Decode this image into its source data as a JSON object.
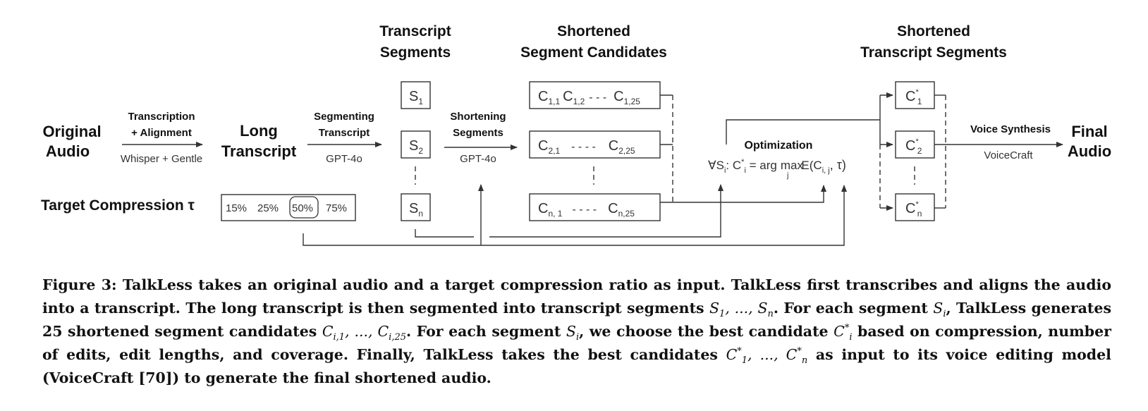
{
  "headings": {
    "original_audio": [
      "Original",
      "Audio"
    ],
    "long_transcript": [
      "Long",
      "Transcript"
    ],
    "transcript_segments": [
      "Transcript",
      "Segments"
    ],
    "candidates": [
      "Shortened",
      "Segment Candidates"
    ],
    "shortened_segments": [
      "Shortened",
      "Transcript Segments"
    ],
    "final_audio": [
      "Final",
      "Audio"
    ],
    "target_compression": "Target Compression τ"
  },
  "steps": {
    "transcription": {
      "label": [
        "Transcription",
        "+ Alignment"
      ],
      "tool": "Whisper + Gentle"
    },
    "segmenting": {
      "label": [
        "Segmenting",
        "Transcript"
      ],
      "tool": "GPT-4o"
    },
    "shortening": {
      "label": [
        "Shortening",
        "Segments"
      ],
      "tool": "GPT-4o"
    },
    "optimization": {
      "label": "Optimization"
    },
    "voice_synthesis": {
      "label": "Voice Synthesis",
      "tool": "VoiceCraft"
    }
  },
  "compression_options": [
    "15%",
    "25%",
    "50%",
    "75%"
  ],
  "compression_selected": "50%",
  "segments": [
    {
      "base": "S",
      "sub": "1"
    },
    {
      "base": "S",
      "sub": "2"
    },
    {
      "base": "S",
      "sub": "n"
    }
  ],
  "candidates": [
    {
      "first": "C",
      "first_sub": "1,1",
      "second": "C",
      "second_sub": "1,2",
      "dashes": "- - -",
      "last": "C",
      "last_sub": "1,25"
    },
    {
      "first": "C",
      "first_sub": "2,1",
      "dashes": "- - - -",
      "last": "C",
      "last_sub": "2,25"
    },
    {
      "first": "C",
      "first_sub": "n, 1",
      "dashes": "- - - -",
      "last": "C",
      "last_sub": "n,25"
    }
  ],
  "best": [
    {
      "base": "C",
      "sup": "*",
      "sub": "1"
    },
    {
      "base": "C",
      "sup": "*",
      "sub": "2"
    },
    {
      "base": "C",
      "sup": "*",
      "sub": "n"
    }
  ],
  "formula": {
    "lhs": "∀S",
    "lhs_sub": "i",
    "colon": ": C",
    "c_sup": "*",
    "c_sub": "i",
    "eq": " = arg",
    "max": "max",
    "max_sub": "j",
    "e": "E(C",
    "e_sub": "i, j",
    "tail": ", τ)"
  },
  "caption": {
    "p1": "Figure 3: TalkLess takes an original audio and a target compression ratio as input. TalkLess first transcribes and aligns the audio into a transcript. The long transcript is then segmented into transcript segments ",
    "s1": "S",
    "s1_sub": "1",
    "s_sep": ", ..., ",
    "sn": "S",
    "sn_sub": "n",
    "p2": ". For each segment ",
    "si": "S",
    "si_sub": "i",
    "p3": ", TalkLess generates 25 shortened segment candidates ",
    "c1": "C",
    "c1_sub": "i,1",
    "c_sep": ", ..., ",
    "c25": "C",
    "c25_sub": "i,25",
    "p4": ". For each segment ",
    "si2": "S",
    "si2_sub": "i",
    "p5": ", we choose the best candidate ",
    "ci": "C",
    "ci_sup": "*",
    "ci_sub": "i",
    "p6": " based on compression, number of edits, edit lengths, and coverage. Finally, TalkLess takes the best candidates ",
    "cb1": "C",
    "cb1_sup": "*",
    "cb1_sub": "1",
    "cb_sep": ", ..., ",
    "cbn": "C",
    "cbn_sup": "*",
    "cbn_sub": "n",
    "p7": " as input to its voice editing model (VoiceCraft [70]) to generate the final shortened audio."
  }
}
